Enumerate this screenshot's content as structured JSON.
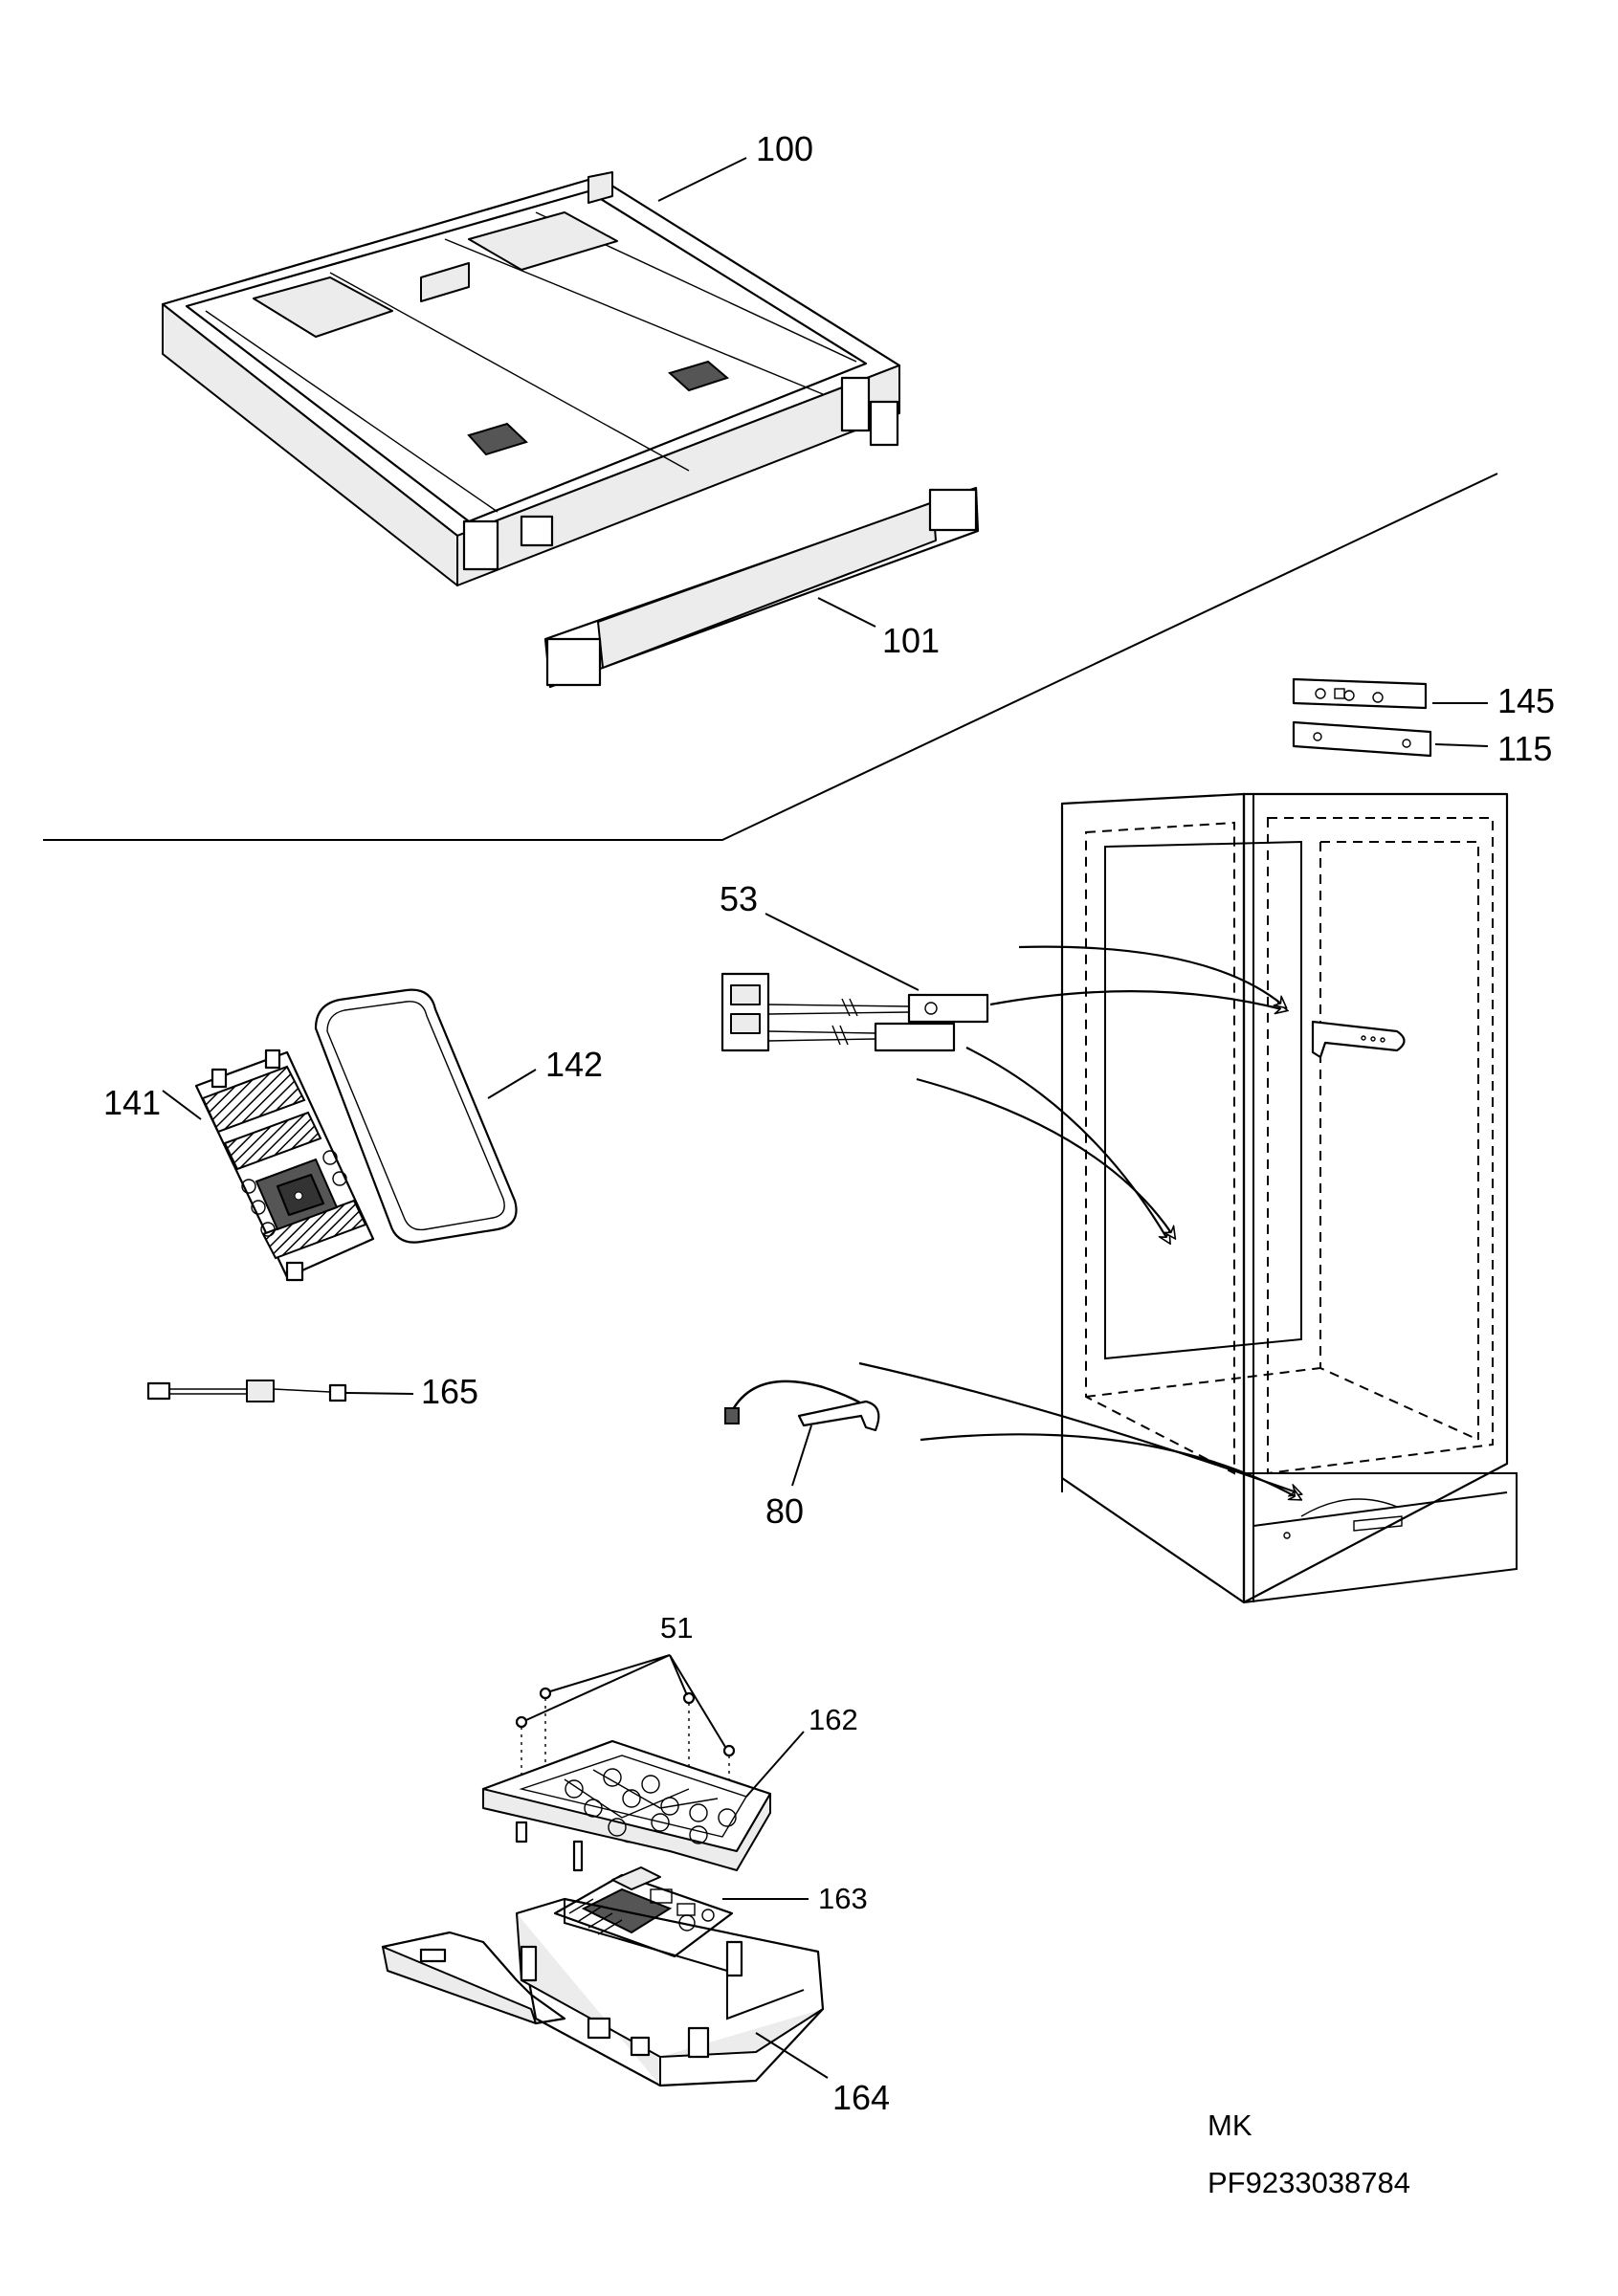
{
  "part_labels": {
    "p100": "100",
    "p101": "101",
    "p145": "145",
    "p115": "115",
    "p53": "53",
    "p142": "142",
    "p141": "141",
    "p165": "165",
    "p80": "80",
    "p51": "51",
    "p162": "162",
    "p163": "163",
    "p164": "164"
  },
  "footer": {
    "code": "MK",
    "part_number": "PF9233038784"
  }
}
